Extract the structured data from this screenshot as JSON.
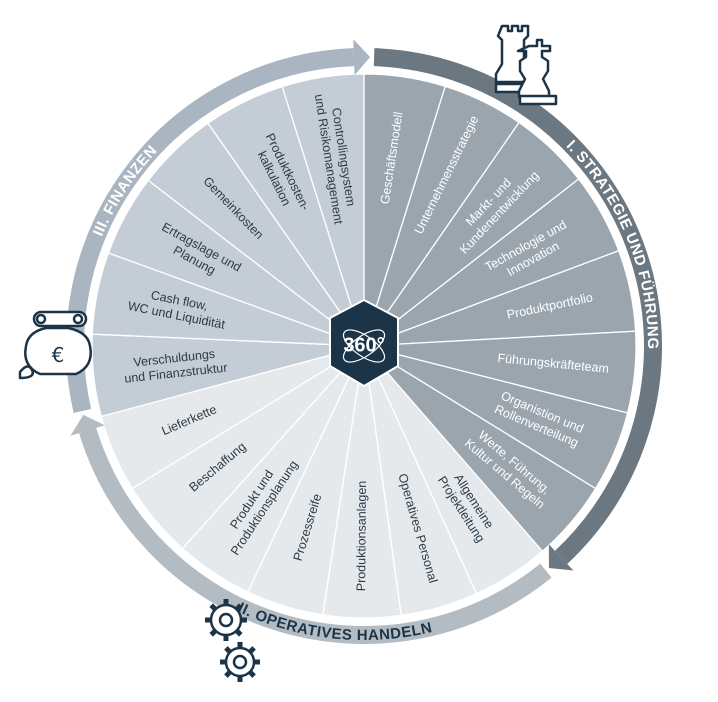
{
  "center": {
    "label": "360°"
  },
  "ring_labels": {
    "strategy": "I. STRATEGIE UND FÜHRUNG",
    "operations": "II. OPERATIVES HANDELN",
    "finance": "III. FINANZEN"
  },
  "colors": {
    "strategy_fill": "#9aa5ae",
    "strategy_ring": "#6b7882",
    "operations_fill": "#e6e9ec",
    "operations_ring": "#b4bcc3",
    "finance_fill": "#c4cdd5",
    "finance_ring": "#a9b5c0",
    "hub": "#1c3447",
    "icon_stroke": "#1c3447"
  },
  "sections": {
    "strategy": {
      "segments": [
        [
          "Geschäftsmodell"
        ],
        [
          "Unternehmensstrategie"
        ],
        [
          "Markt- und",
          "Kundenentwicklung"
        ],
        [
          "Technologie und",
          "Innovation"
        ],
        [
          "Produktportfolio"
        ],
        [
          "Führungskräfteteam"
        ],
        [
          "Organistion und",
          "Rollenverteilung"
        ],
        [
          "Werte, Führung,",
          "Kultur und Regeln"
        ]
      ]
    },
    "operations": {
      "segments": [
        [
          "Allgemeine",
          "Projektleitung"
        ],
        [
          "Operatives Personal"
        ],
        [
          "Produktionsanlagen"
        ],
        [
          "Prozessreife"
        ],
        [
          "Produkt und",
          "Produktionsplanung"
        ],
        [
          "Beschaffung"
        ],
        [
          "Lieferkette"
        ]
      ]
    },
    "finance": {
      "segments": [
        [
          "Verschuldungs",
          "und Finanzstruktur"
        ],
        [
          "Cash flow,",
          "WC und Liquidität"
        ],
        [
          "Ertragslage und",
          "Planung"
        ],
        [
          "Gemeinkosten"
        ],
        [
          "Produktkosten-",
          "kalkulation"
        ],
        [
          "Controllingsystem",
          "und Risikomanagement"
        ]
      ]
    }
  },
  "icons": [
    "chess-pieces-icon",
    "money-bag-icon",
    "gears-icon"
  ]
}
